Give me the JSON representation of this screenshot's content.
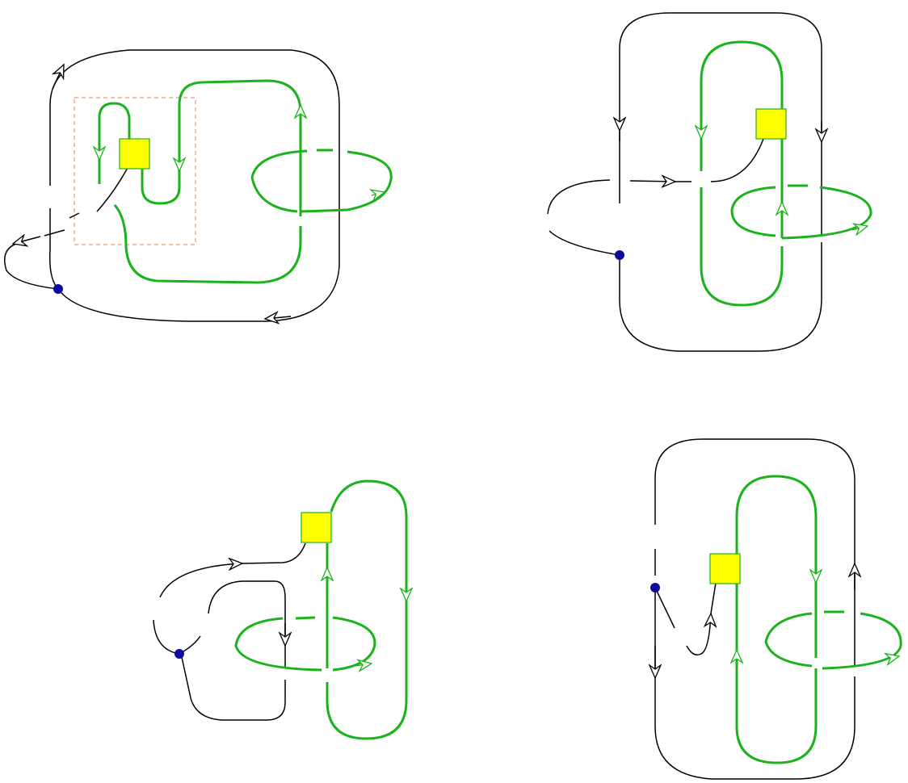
{
  "diagram": {
    "type": "knot-link-diagrams",
    "panel_count": 4,
    "colors": {
      "black_strand": "#000000",
      "green_strand": "#1bb31b",
      "coupon_fill": "#ffff00",
      "coupon_stroke": "#1bb31b",
      "basepoint": "#0b0b9e",
      "dashed_box": "#e08050",
      "background": "#ffffff"
    },
    "panels": [
      {
        "id": "top-left",
        "has_dashed_box": true,
        "coupons": 1,
        "basepoints": 1
      },
      {
        "id": "top-right",
        "has_dashed_box": false,
        "coupons": 1,
        "basepoints": 1
      },
      {
        "id": "bottom-left",
        "has_dashed_box": false,
        "coupons": 1,
        "basepoints": 1
      },
      {
        "id": "bottom-right",
        "has_dashed_box": false,
        "coupons": 1,
        "basepoints": 1
      }
    ]
  }
}
